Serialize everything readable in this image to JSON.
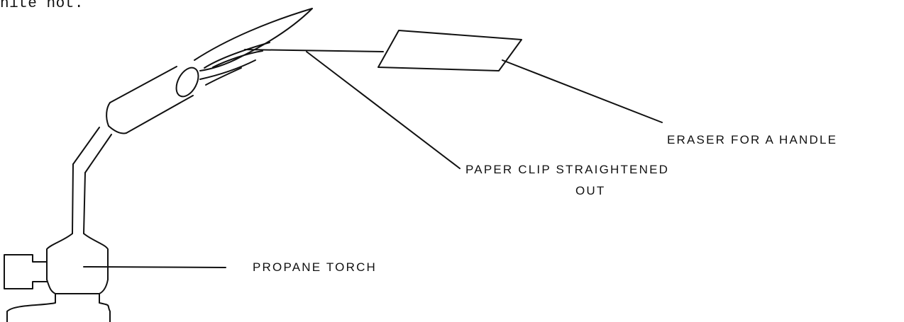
{
  "intro_text": "hite hot.",
  "labels": {
    "eraser": "ERASER FOR A HANDLE",
    "paper_clip_line1": "PAPER CLIP STRAIGHTENED",
    "paper_clip_line2": "OUT",
    "torch": "PROPANE TORCH"
  }
}
